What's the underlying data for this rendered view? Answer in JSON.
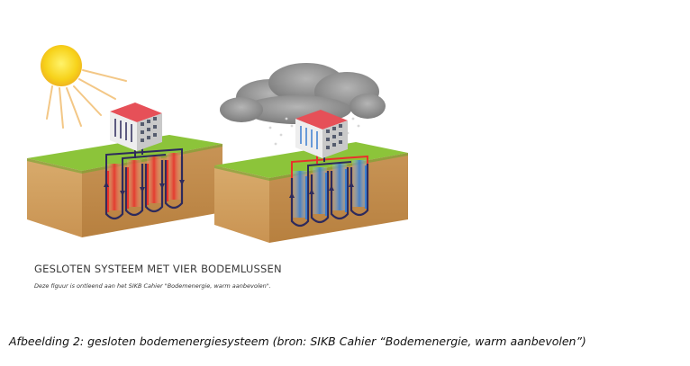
{
  "figure": {
    "title": "GESLOTEN SYSTEEM MET VIER BODEMLUSSEN",
    "note": "Deze figuur is ontleend aan het SIKB Cahier \"Bodemenergie, warm aanbevolen\"."
  },
  "caption": "Afbeelding 2: gesloten bodemenergiesysteem (bron: SIKB Cahier “Bodemenergie, warm aanbevolen”)",
  "colors": {
    "grass": "#8cc43a",
    "soil": "#d6a86a",
    "warm": "#e8322b",
    "cold": "#3b7fd1",
    "pipe": "#2d2a5c",
    "sun": "#f7d21a",
    "cloud": "#8d8d8d"
  },
  "icons": [
    "sun-icon",
    "cloud-icon",
    "house-icon"
  ]
}
